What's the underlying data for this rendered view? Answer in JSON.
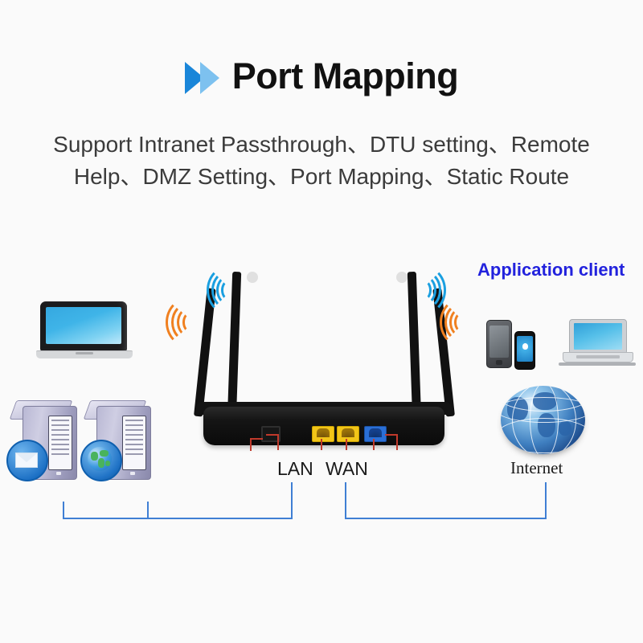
{
  "header": {
    "title": "Port Mapping",
    "arrow_icon": "double-chevron-right-icon",
    "subtitle": "Support Intranet Passthrough、DTU setting、Remote Help、DMZ Setting、Port Mapping、Static Route"
  },
  "diagram": {
    "labels": {
      "application_client": "Application client",
      "lan": "LAN",
      "wan": "WAN",
      "internet": "Internet"
    },
    "router": {
      "antennas": 4,
      "lan_ports": 2,
      "wan_ports": 1,
      "power_port": 1,
      "wifi_signal_colors": [
        "#f08020",
        "#1a9fe0"
      ]
    },
    "left_devices": [
      {
        "name": "laptop",
        "icon": "laptop-icon"
      },
      {
        "name": "mail-server",
        "icon": "server-mail-icon"
      },
      {
        "name": "web-server",
        "icon": "server-globe-icon"
      }
    ],
    "right_devices": [
      {
        "name": "smartphone-dark",
        "icon": "phone-icon"
      },
      {
        "name": "smartphone-blue",
        "icon": "phone-apple-icon"
      },
      {
        "name": "laptop",
        "icon": "laptop-icon"
      },
      {
        "name": "internet-globe",
        "icon": "globe-icon"
      }
    ]
  },
  "colors": {
    "background": "#fafafa",
    "title_text": "#111111",
    "subtitle_text": "#3b3b3b",
    "accent_blue": "#2222dd",
    "arrow_dark": "#1a86d9",
    "arrow_light": "#7dc1ef",
    "bracket_blue": "#3f7fd4",
    "lan_port": "#f2c518",
    "wan_port": "#2a6fd6",
    "wifi_orange": "#f08020",
    "wifi_blue": "#1a9fe0"
  }
}
